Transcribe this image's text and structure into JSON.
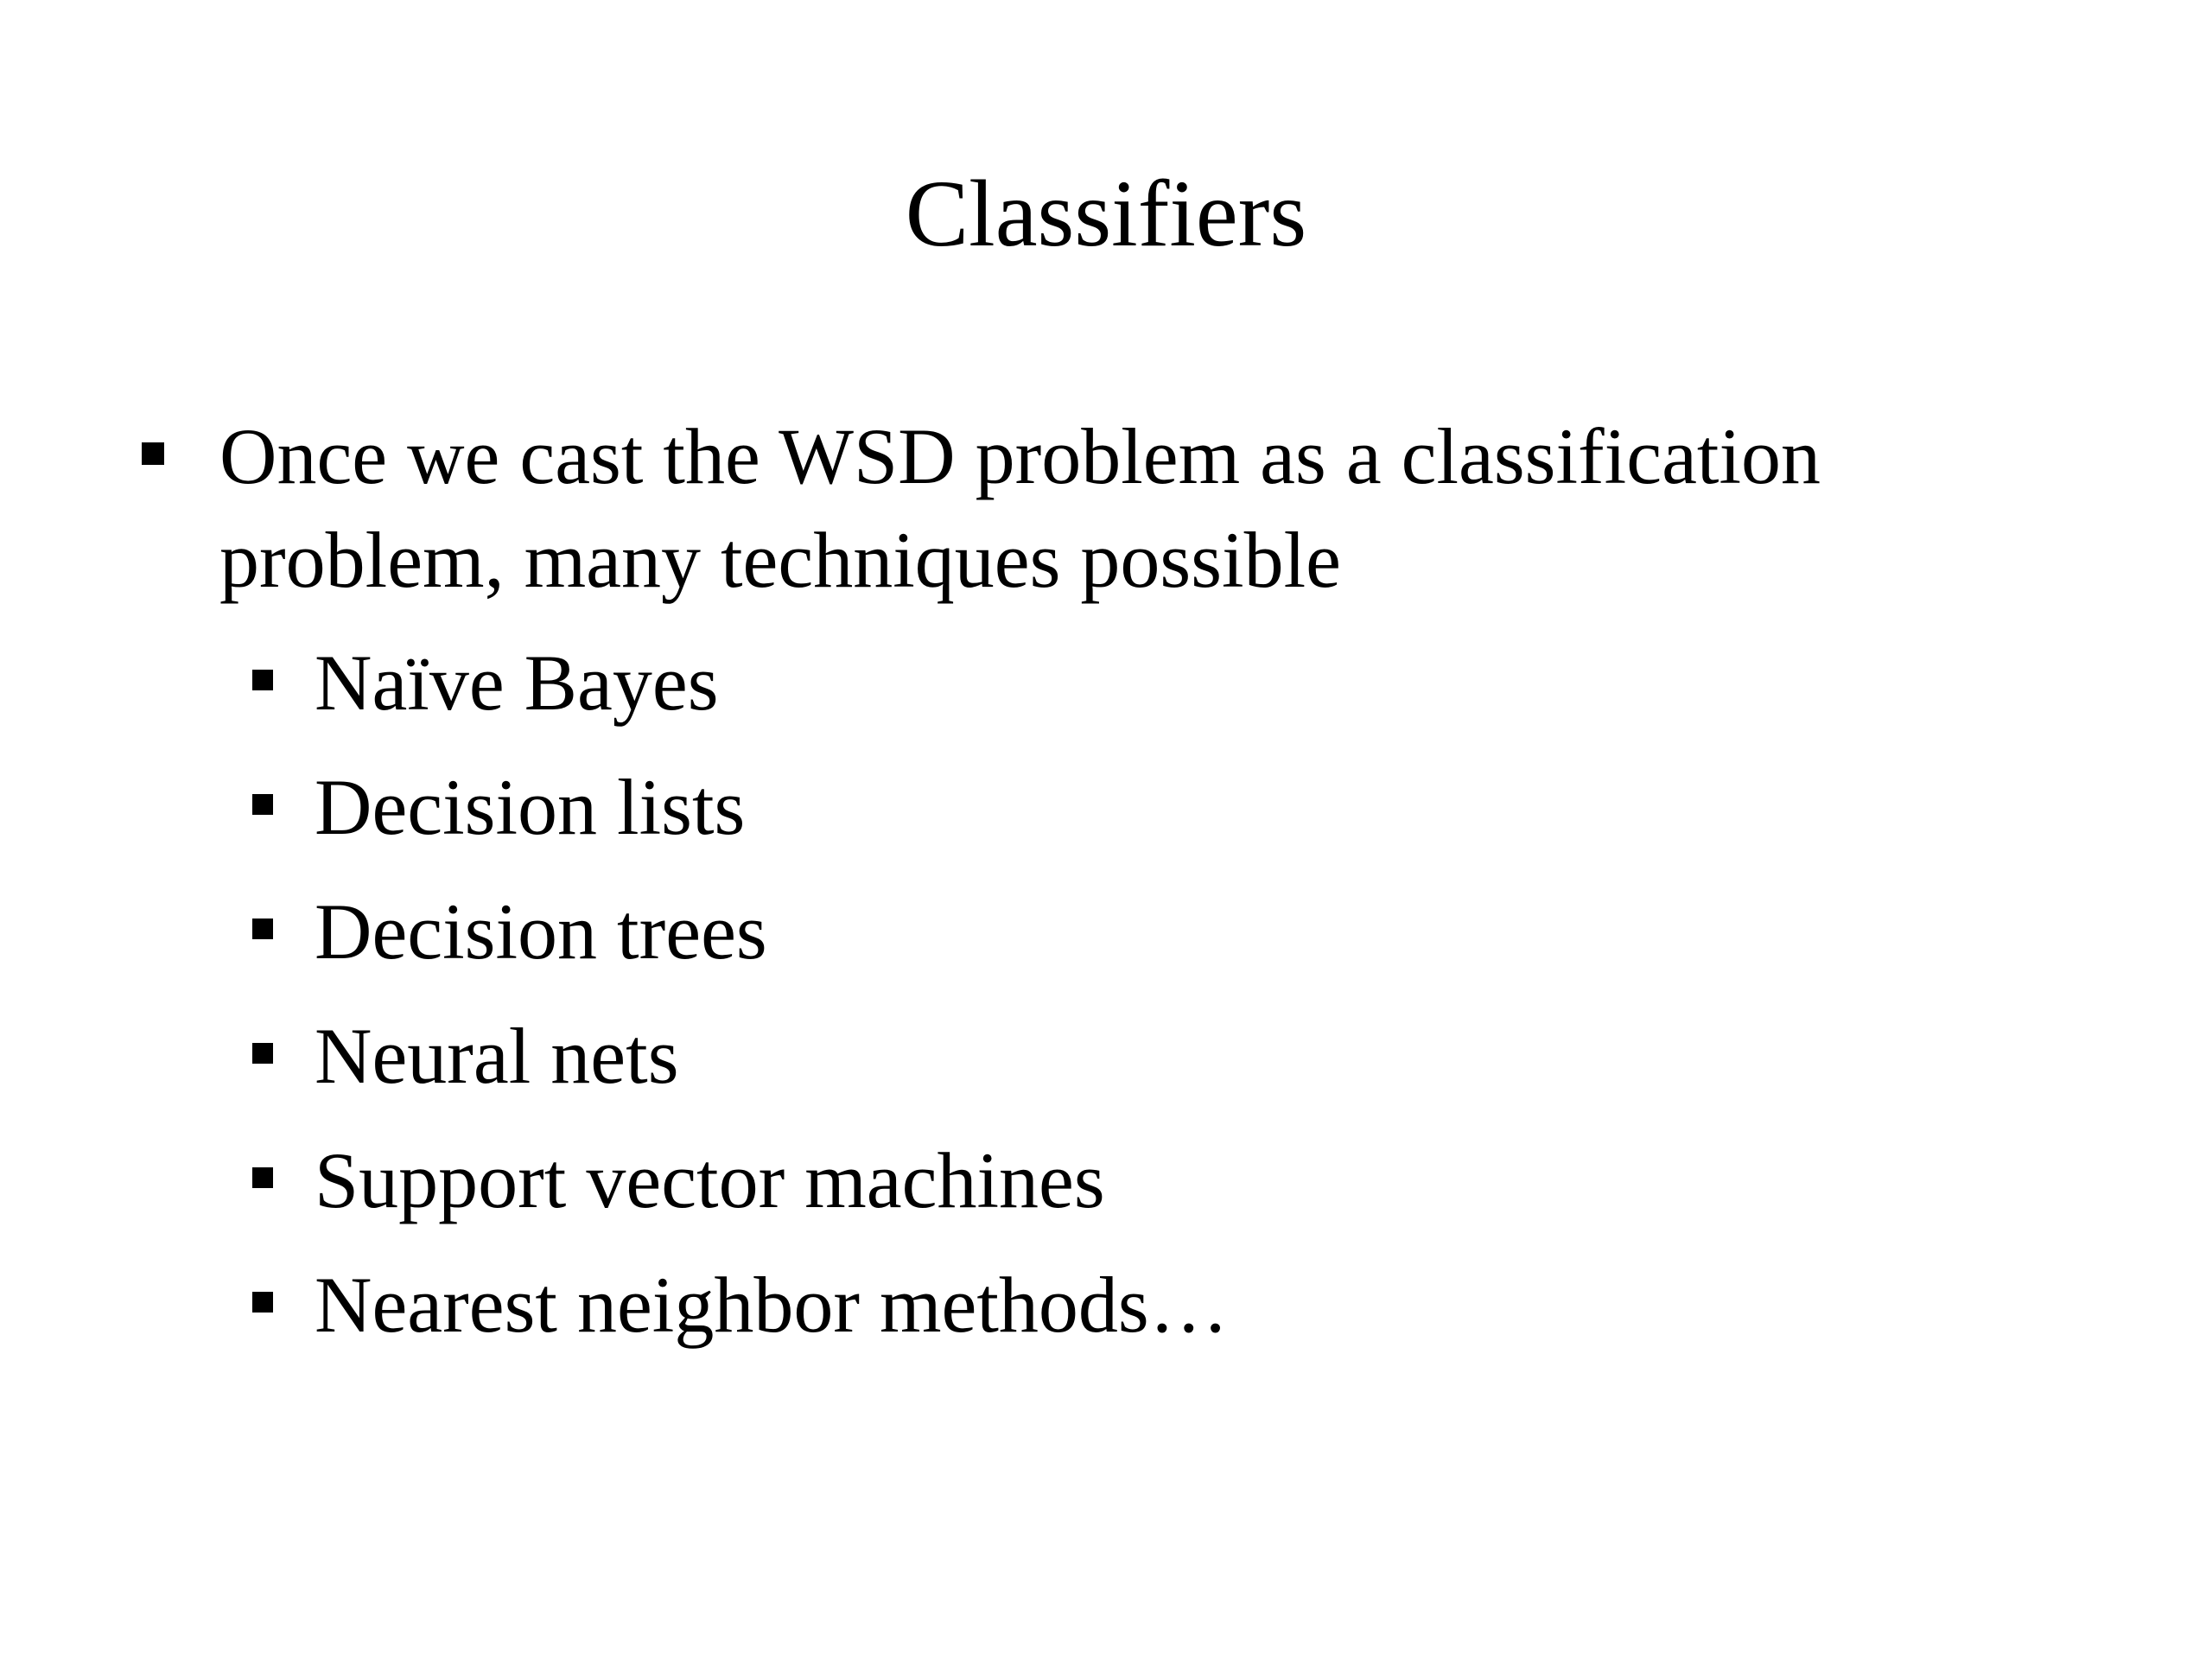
{
  "slide": {
    "title": "Classifiers",
    "main_bullet": "Once we cast the WSD problem as a classification problem, many techniques possible",
    "sub_bullets": [
      "Naïve Bayes",
      "Decision lists",
      "Decision trees",
      "Neural nets",
      "Support vector machines",
      "Nearest neighbor methods…"
    ]
  },
  "colors": {
    "background": "#ffffff",
    "text": "#000000"
  },
  "icons": {
    "bullet": "square-bullet-icon"
  }
}
